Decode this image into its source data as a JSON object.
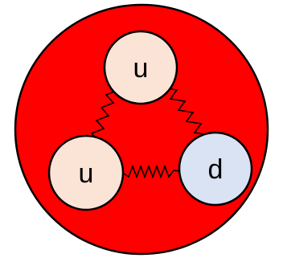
{
  "colors": {
    "proton_fill": "#ff0000",
    "outline": "#000000",
    "up_quark_fill": "#fbe3d6",
    "down_quark_fill": "#dae3f3",
    "background": "#ffffff"
  },
  "quarks": [
    {
      "id": "top",
      "label": "u",
      "flavor": "up"
    },
    {
      "id": "bottom-left",
      "label": "u",
      "flavor": "up"
    },
    {
      "id": "bottom-right",
      "label": "d",
      "flavor": "down"
    }
  ],
  "gluons": [
    {
      "from": "top",
      "to": "bottom-left"
    },
    {
      "from": "top",
      "to": "bottom-right"
    },
    {
      "from": "bottom-left",
      "to": "bottom-right"
    }
  ]
}
